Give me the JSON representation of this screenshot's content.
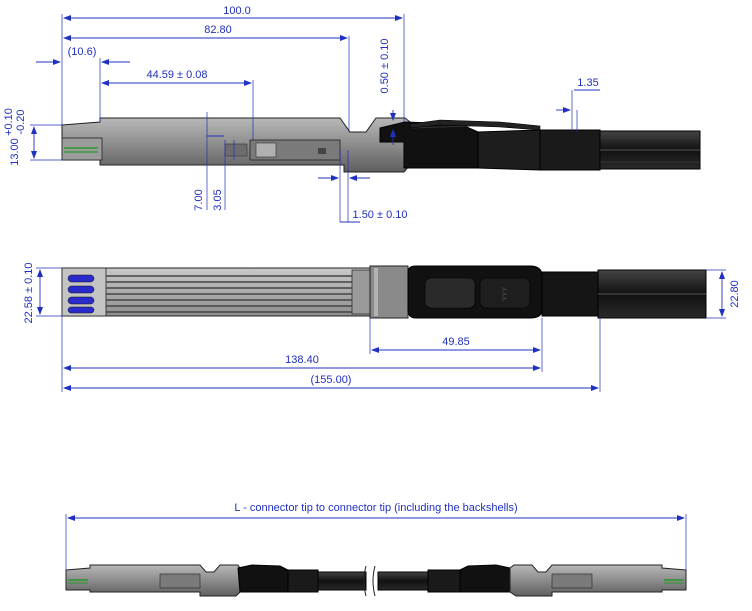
{
  "dimensions": {
    "overall_100": "100.0",
    "len_82_80": "82.80",
    "ref_10_6": "(10.6)",
    "len_44_59": "44.59 ± 0.08",
    "gap_0_50": "0.50 ± 0.10",
    "offset_1_35": "1.35",
    "height_13": "13.00",
    "tol_plus": "+0.10",
    "tol_minus": "-0.20",
    "h_7_00": "7.00",
    "h_3_05": "3.05",
    "gap_1_50": "1.50 ± 0.10",
    "width_22_58": "22.58 ± 0.10",
    "width_22_80": "22.80",
    "len_138_40": "138.40",
    "len_49_85": "49.85",
    "ref_155": "(155.00)"
  },
  "cable_length_label": "L - connector tip to connector tip (including the backshells)",
  "brand_mark": "YYY",
  "colors": {
    "dimension": "#2030c0",
    "housing": "#8a8a8a",
    "cable": "#1a1a1a",
    "contact_blue": "#2a2acc",
    "contact_green": "#2a9a2a"
  }
}
